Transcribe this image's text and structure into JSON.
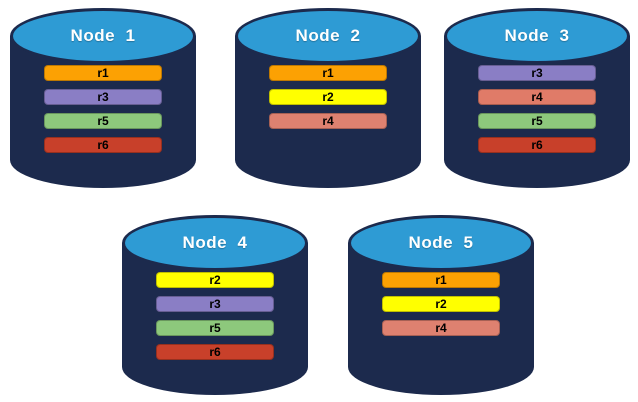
{
  "diagram": {
    "colors": {
      "cylinder_body": "#1C2A4D",
      "cylinder_top": "#2E9BD4",
      "replica_r1": "#FCA103",
      "replica_r2": "#FFFF00",
      "replica_r3": "#8A7EC5",
      "replica_r4": "#DE8170",
      "replica_r5": "#8DC87C",
      "replica_r6": "#C8402A"
    }
  },
  "nodes": [
    {
      "name": "Node  1",
      "replicas": [
        {
          "label": "r1",
          "color": "#FCA103"
        },
        {
          "label": "r3",
          "color": "#8A7EC5"
        },
        {
          "label": "r5",
          "color": "#8DC87C"
        },
        {
          "label": "r6",
          "color": "#C8402A"
        }
      ]
    },
    {
      "name": "Node  2",
      "replicas": [
        {
          "label": "r1",
          "color": "#FCA103"
        },
        {
          "label": "r2",
          "color": "#FFFF00"
        },
        {
          "label": "r4",
          "color": "#DE8170"
        }
      ]
    },
    {
      "name": "Node  3",
      "replicas": [
        {
          "label": "r3",
          "color": "#8A7EC5"
        },
        {
          "label": "r4",
          "color": "#E07B68"
        },
        {
          "label": "r5",
          "color": "#8DC87C"
        },
        {
          "label": "r6",
          "color": "#C8402A"
        }
      ]
    },
    {
      "name": "Node  4",
      "replicas": [
        {
          "label": "r2",
          "color": "#FFFF00"
        },
        {
          "label": "r3",
          "color": "#8A7EC5"
        },
        {
          "label": "r5",
          "color": "#8DC87C"
        },
        {
          "label": "r6",
          "color": "#C8402A"
        }
      ]
    },
    {
      "name": "Node  5",
      "replicas": [
        {
          "label": "r1",
          "color": "#FCA103"
        },
        {
          "label": "r2",
          "color": "#FFFF00"
        },
        {
          "label": "r4",
          "color": "#DE8170"
        }
      ]
    }
  ]
}
